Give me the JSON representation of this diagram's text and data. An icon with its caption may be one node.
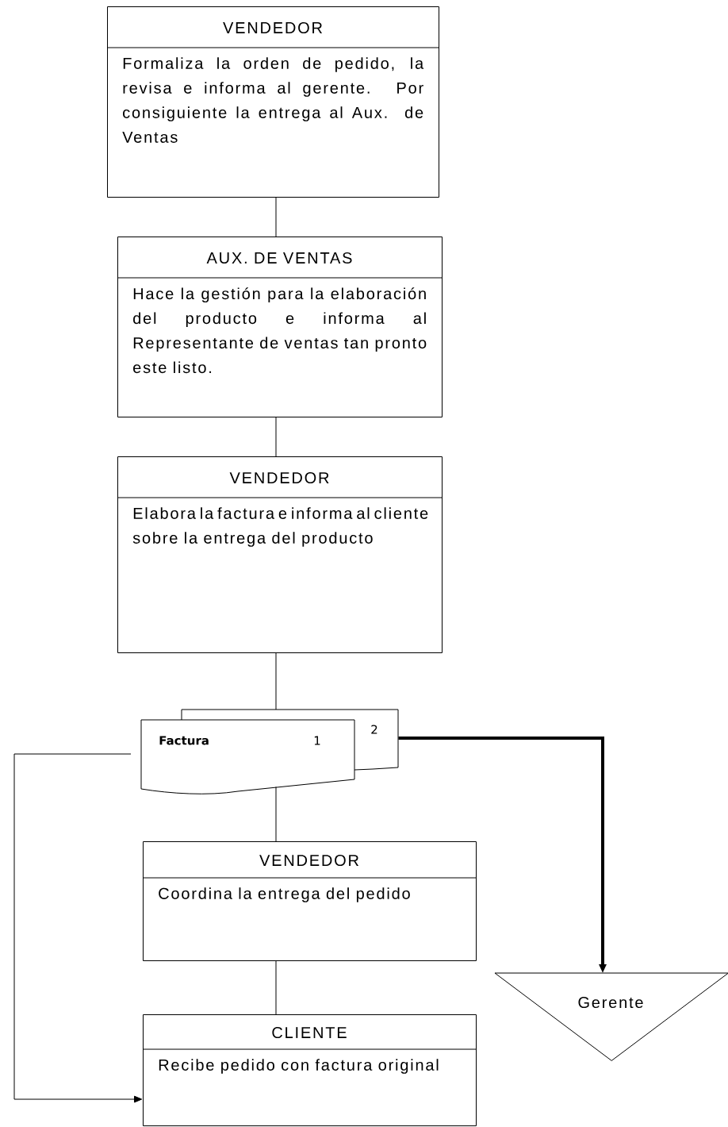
{
  "diagram": {
    "nodes": [
      {
        "text": [
          "VENDEDOR",
          "Formaliza la orden de pedido, la revisa e informa al gerente. Por consiguiente la entrega al Aux. de Ventas"
        ]
      },
      {
        "text": [
          "AUX. DE VENTAS",
          "Hace la gestión para la elaboración del producto e informa al Representante de ventas tan pronto este listo."
        ]
      },
      {
        "text": [
          "VENDEDOR",
          "Elabora la factura e informa al cliente sobre la entrega del producto"
        ]
      },
      {
        "text": [
          "Factura",
          "1",
          "2"
        ]
      },
      {
        "text": [
          "VENDEDOR",
          "Coordina la entrega del pedido"
        ]
      },
      {
        "text": [
          "CLIENTE",
          "Recibe pedido con factura original"
        ]
      },
      {
        "text": [
          "Gerente"
        ]
      }
    ],
    "edges": [
      {
        "from": 0,
        "to": 1,
        "arrow": "none"
      },
      {
        "from": 1,
        "to": 2,
        "arrow": "none"
      },
      {
        "from": 2,
        "to": 3,
        "arrow": "none"
      },
      {
        "from": 3,
        "to": 4,
        "arrow": "none"
      },
      {
        "from": 4,
        "to": 5,
        "arrow": "none"
      },
      {
        "from": 3,
        "to": 6,
        "arrow": "to",
        "style": "thick"
      },
      {
        "from": 3,
        "to": 5,
        "arrow": "to"
      }
    ]
  }
}
